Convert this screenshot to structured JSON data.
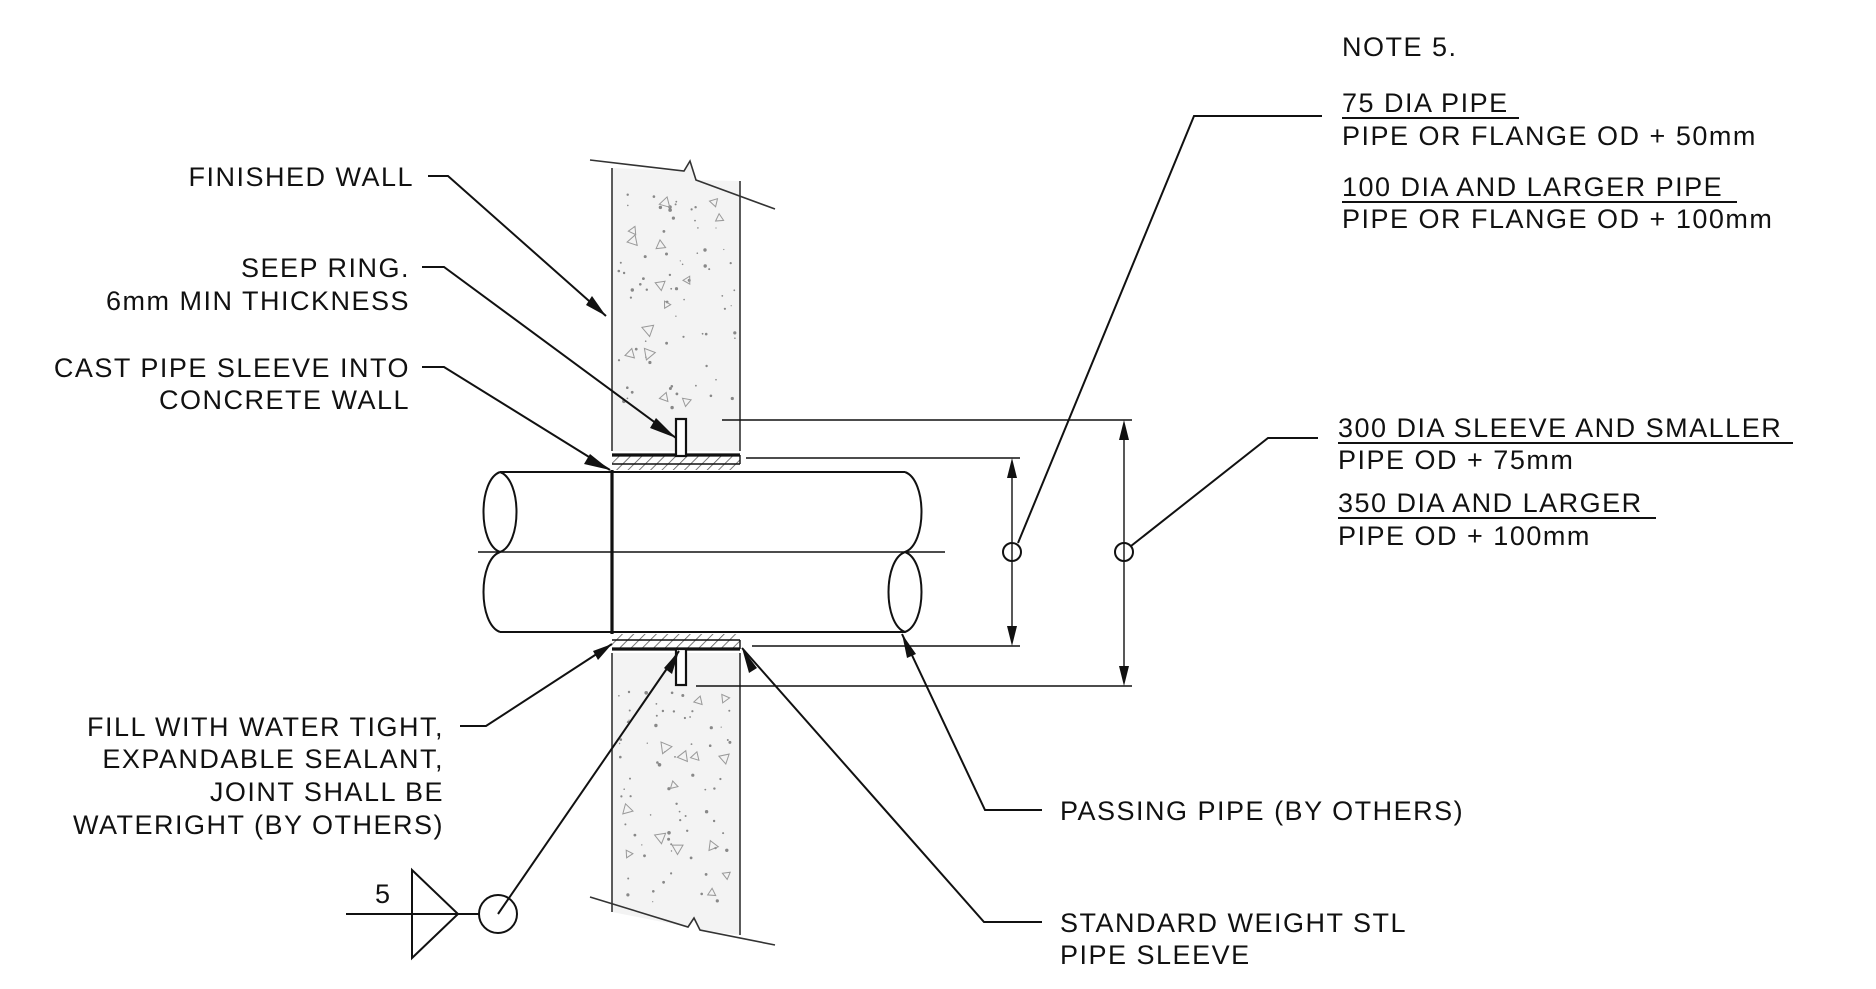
{
  "labels": {
    "finished_wall": "FINISHED WALL",
    "seep_ring_1": "SEEP RING.",
    "seep_ring_2": "6mm MIN THICKNESS",
    "cast_sleeve_1": "CAST PIPE SLEEVE INTO",
    "cast_sleeve_2": "CONCRETE WALL",
    "fill_1": "FILL WITH WATER TIGHT,",
    "fill_2": "EXPANDABLE SEALANT,",
    "fill_3": "JOINT SHALL BE",
    "fill_4": "WATERIGHT (BY OTHERS)",
    "passing_pipe": "PASSING PIPE (BY OTHERS)",
    "std_sleeve_1": "STANDARD WEIGHT STL",
    "std_sleeve_2": "PIPE SLEEVE",
    "weld_size": "5"
  },
  "note": {
    "title": "NOTE 5.",
    "h1": "75 DIA PIPE",
    "l1": "PIPE OR FLANGE OD + 50mm",
    "h2": "100 DIA AND LARGER PIPE",
    "l2": "PIPE OR FLANGE OD + 100mm"
  },
  "sleeve_note": {
    "h1": "300 DIA SLEEVE AND SMALLER",
    "l1": "PIPE OD + 75mm",
    "h2": "350 DIA AND LARGER",
    "l2": "PIPE OD + 100mm"
  },
  "colors": {
    "ink": "#111111",
    "concrete": "#f3f3f3",
    "hatch": "#555555"
  }
}
